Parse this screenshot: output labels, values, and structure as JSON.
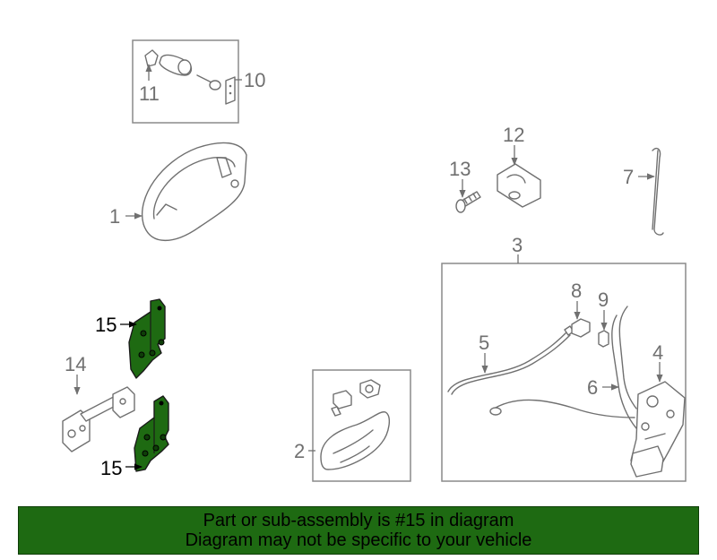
{
  "callouts": {
    "c1": "1",
    "c2": "2",
    "c3": "3",
    "c4": "4",
    "c5": "5",
    "c6": "6",
    "c7": "7",
    "c8": "8",
    "c9": "9",
    "c10": "10",
    "c11": "11",
    "c12": "12",
    "c13": "13",
    "c14": "14",
    "c15a": "15",
    "c15b": "15"
  },
  "colors": {
    "highlight": "#1e6a12",
    "outline": "#707070"
  },
  "footer": {
    "line1": "Part or sub-assembly is #15 in diagram",
    "line2": "Diagram may not be specific to your vehicle"
  }
}
